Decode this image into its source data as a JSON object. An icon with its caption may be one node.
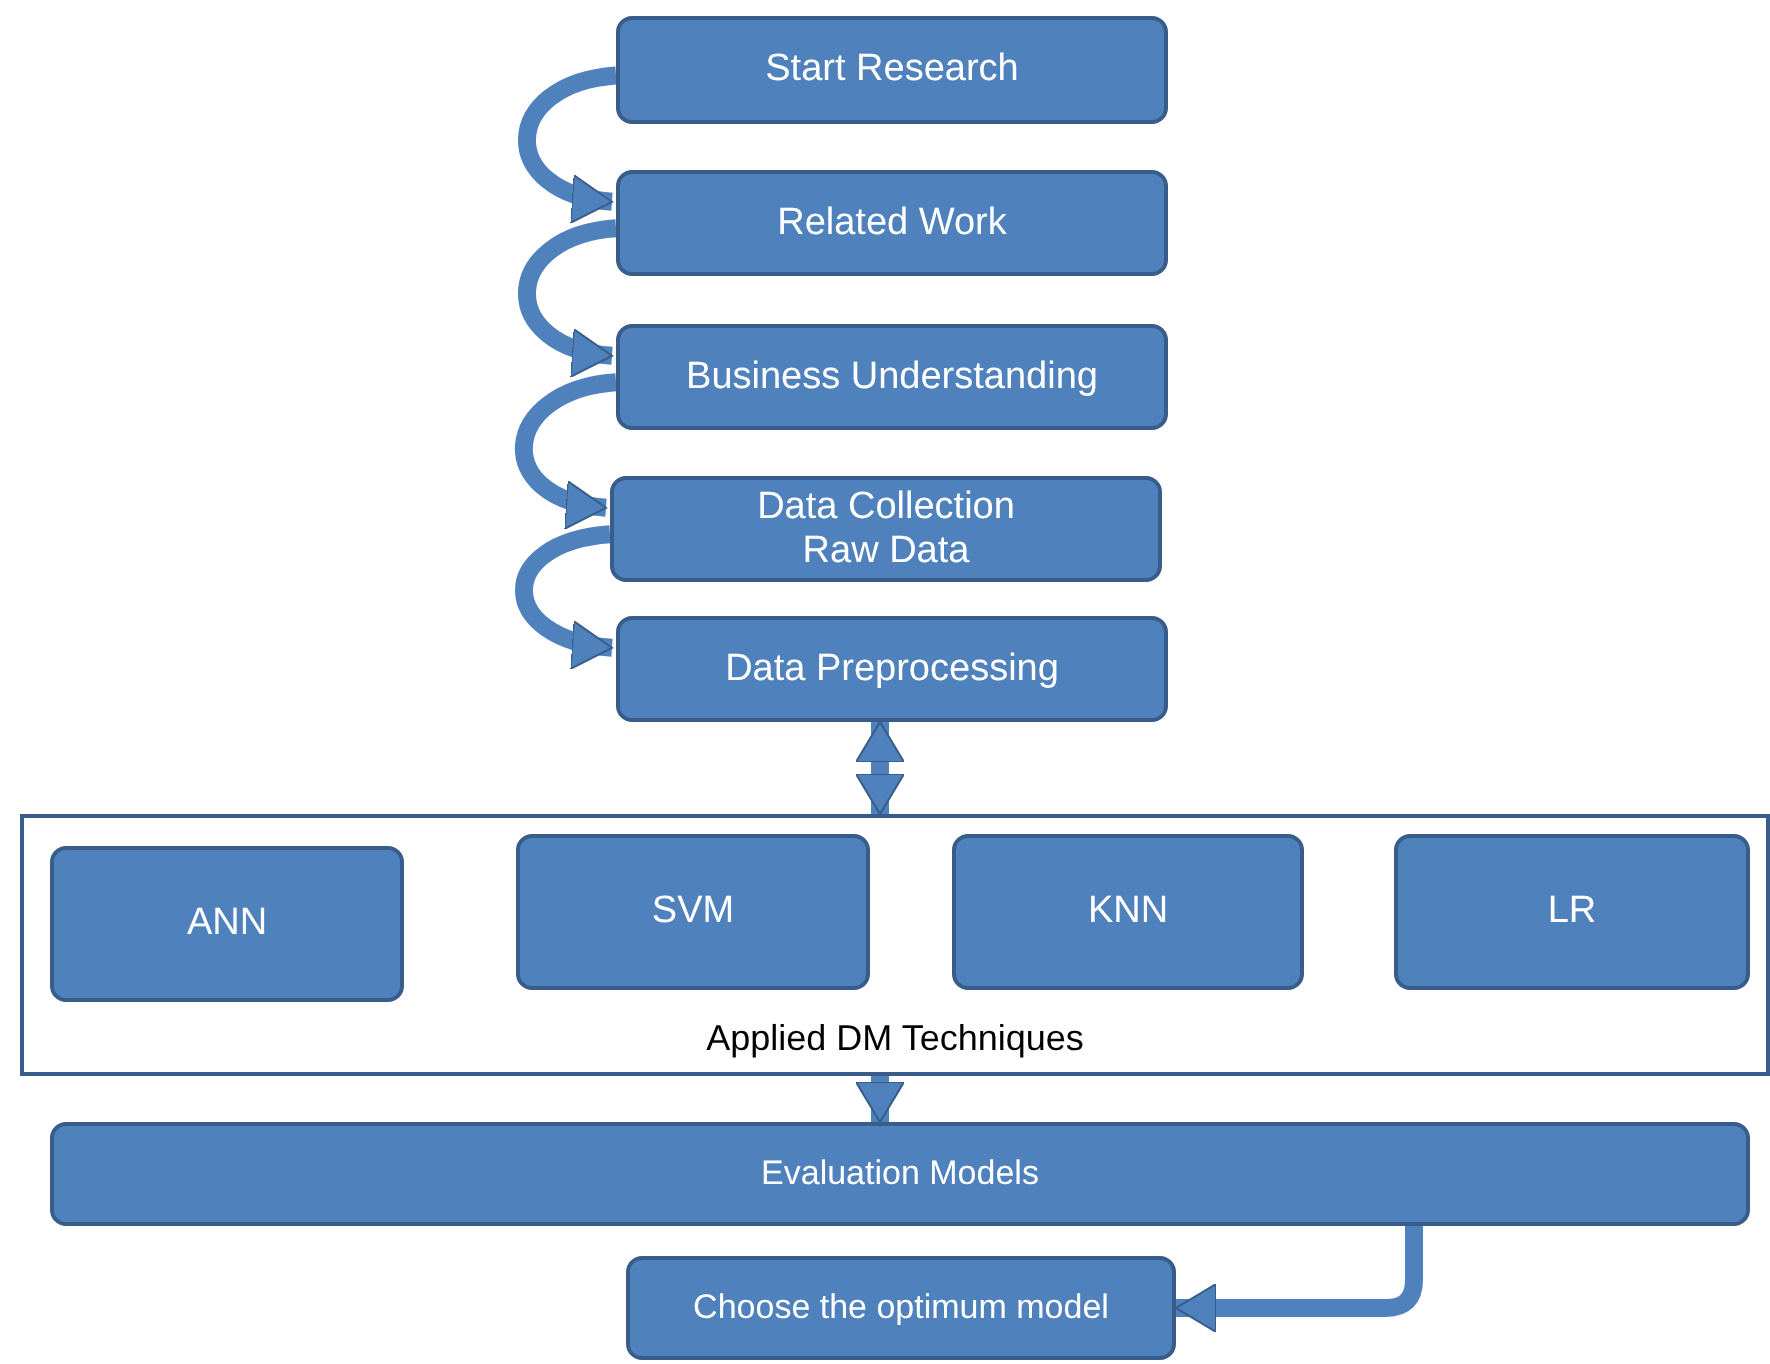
{
  "diagram": {
    "nodes": [
      {
        "text": [
          "Start Research"
        ]
      },
      {
        "text": [
          "Related Work"
        ]
      },
      {
        "text": [
          "Business Understanding"
        ]
      },
      {
        "text": [
          "Data Collection Raw Data"
        ]
      },
      {
        "text": [
          "Data Preprocessing"
        ]
      },
      {
        "text": [
          "Applied DM Techniques"
        ]
      },
      {
        "text": [
          "ANN"
        ],
        "in": 5
      },
      {
        "text": [
          "SVM"
        ],
        "in": 5
      },
      {
        "text": [
          "KNN"
        ],
        "in": 5
      },
      {
        "text": [
          "LR"
        ],
        "in": 5
      },
      {
        "text": [
          "Evaluation Models"
        ]
      },
      {
        "text": [
          "Choose the optimum model"
        ]
      }
    ],
    "edges": [
      {
        "from": 0,
        "to": 1,
        "arrow": "to"
      },
      {
        "from": 1,
        "to": 2,
        "arrow": "to"
      },
      {
        "from": 2,
        "to": 3,
        "arrow": "to"
      },
      {
        "from": 3,
        "to": 4,
        "arrow": "to"
      },
      {
        "from": 4,
        "to": 5,
        "arrow": "both"
      },
      {
        "from": 5,
        "to": 10,
        "arrow": "to"
      },
      {
        "from": 10,
        "to": 11,
        "arrow": "to"
      }
    ]
  }
}
